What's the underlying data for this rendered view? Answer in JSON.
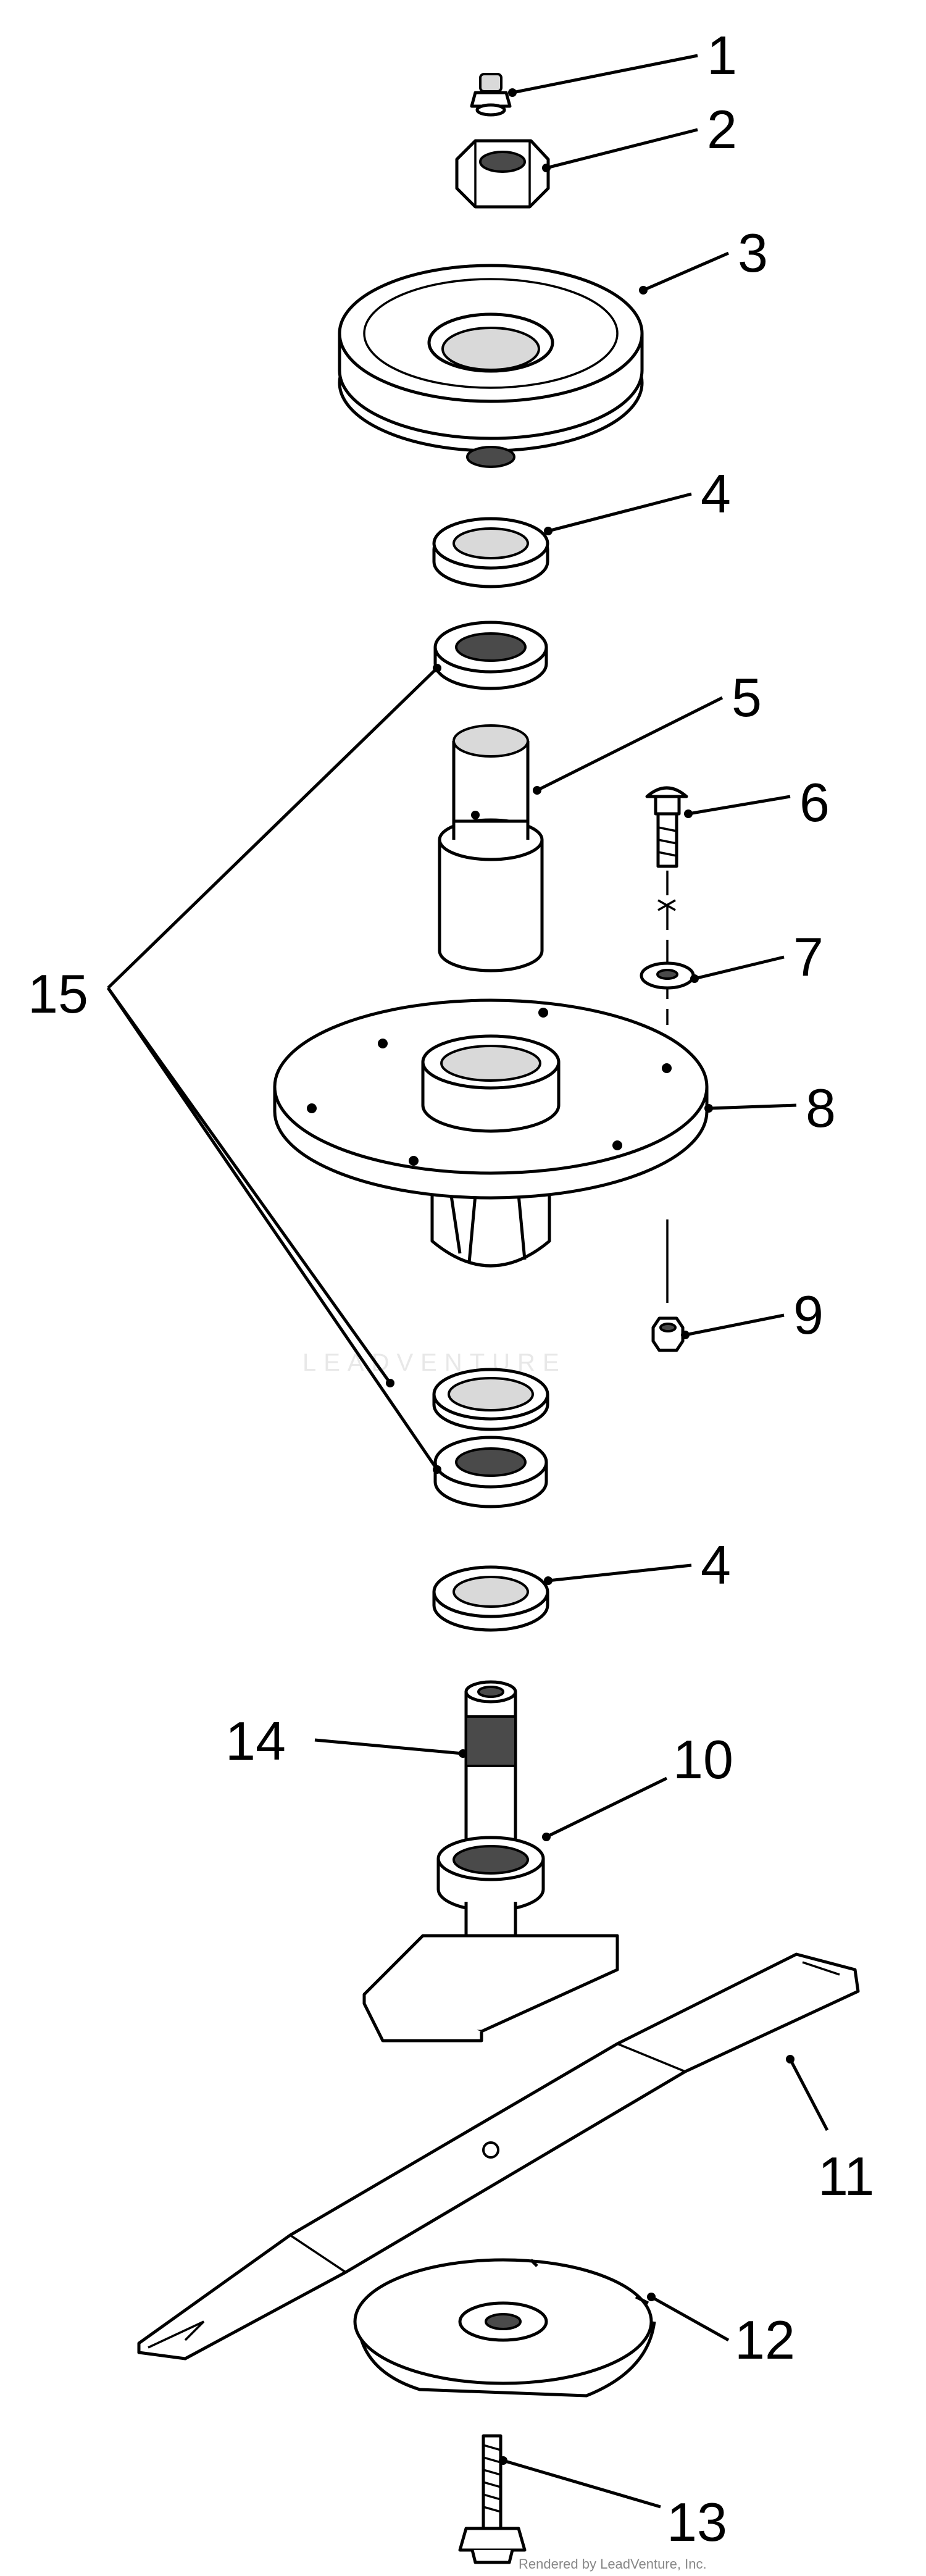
{
  "diagram": {
    "callouts": [
      "1",
      "2",
      "3",
      "4",
      "5",
      "6",
      "7",
      "8",
      "9",
      "4",
      "10",
      "11",
      "12",
      "13",
      "14",
      "15"
    ],
    "watermark": "LEADVENTURE",
    "credit": "Rendered by LeadVenture, Inc."
  }
}
